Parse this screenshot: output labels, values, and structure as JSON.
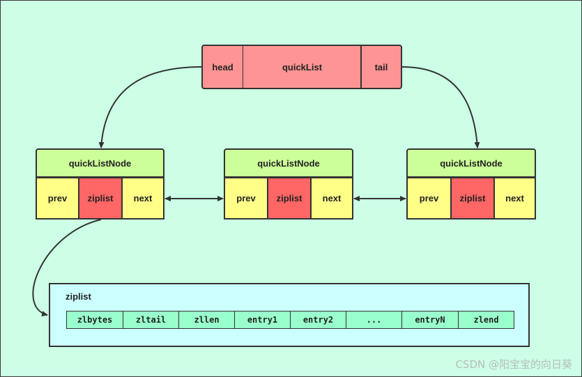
{
  "quicklist": {
    "head": "head",
    "title": "quickList",
    "tail": "tail"
  },
  "nodes": [
    {
      "title": "quickListNode",
      "prev": "prev",
      "ziplist": "ziplist",
      "next": "next"
    },
    {
      "title": "quickListNode",
      "prev": "prev",
      "ziplist": "ziplist",
      "next": "next"
    },
    {
      "title": "quickListNode",
      "prev": "prev",
      "ziplist": "ziplist",
      "next": "next"
    }
  ],
  "ziplist": {
    "label": "ziplist",
    "fields": [
      "zlbytes",
      "zltail",
      "zllen",
      "entry1",
      "entry2",
      "...",
      "entryN",
      "zlend"
    ]
  },
  "watermark": "CSDN @阳宝宝的向日葵",
  "colors": {
    "background": "#ccffe6",
    "quicklist": "#ff9494",
    "node_title": "#ccff99",
    "pointer_cell": "#ffff88",
    "ziplist_cell": "#ff6666",
    "ziplist_panel": "#ccffff",
    "ziplist_field": "#99ffcc"
  }
}
